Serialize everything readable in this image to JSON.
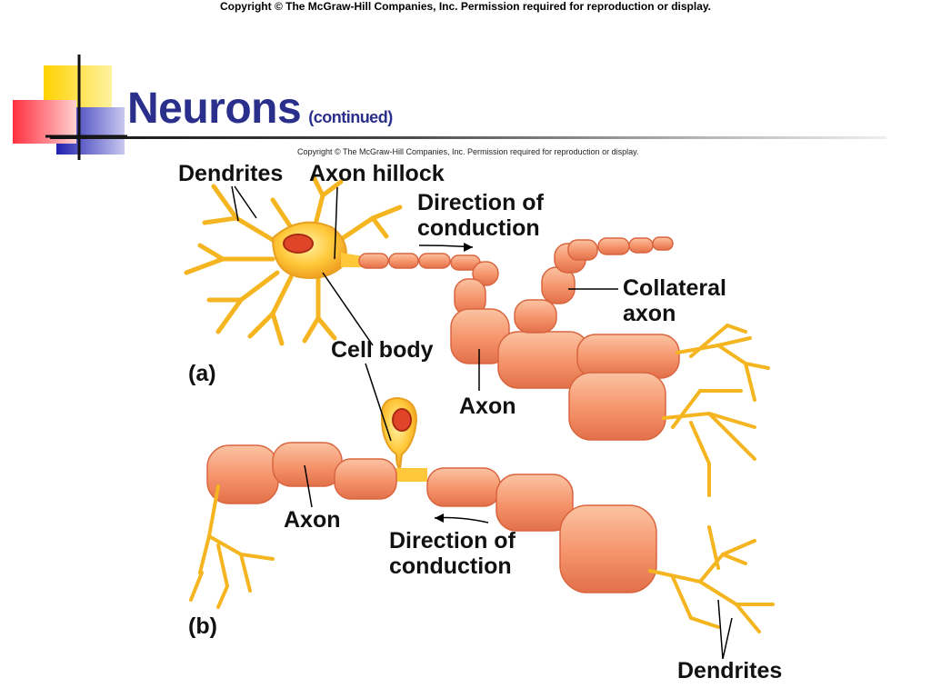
{
  "copyright_top": "Copyright © The McGraw-Hill Companies, Inc. Permission required for reproduction or display.",
  "slide": {
    "title": "Neurons",
    "title_suffix": "(continued)"
  },
  "figure": {
    "copyright": "Copyright © The McGraw-Hill Companies, Inc. Permission required for reproduction or display.",
    "labels": {
      "dendrites_a": "Dendrites",
      "axon_hillock": "Axon hillock",
      "direction_a_line1": "Direction of",
      "direction_a_line2": "conduction",
      "collateral_line1": "Collateral",
      "collateral_line2": "axon",
      "cell_body": "Cell body",
      "panel_a": "(a)",
      "axon_a": "Axon",
      "axon_b": "Axon",
      "direction_b_line1": "Direction of",
      "direction_b_line2": "conduction",
      "panel_b": "(b)",
      "dendrites_b": "Dendrites"
    }
  },
  "colors": {
    "title": "#2b2f8c",
    "neuron_fill": "#f59a6f",
    "neuron_edge": "#d9653f",
    "dendrite": "#f5b520"
  }
}
